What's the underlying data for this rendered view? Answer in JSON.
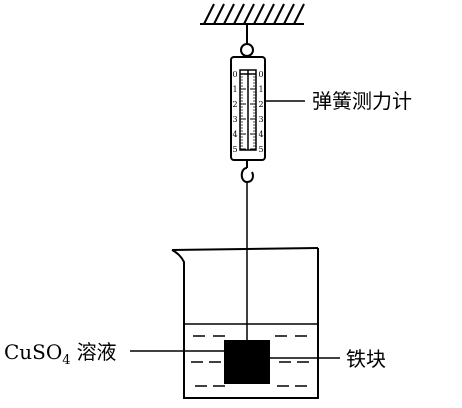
{
  "labels": {
    "spring_scale": "弹簧测力计",
    "solution_formula": "CuSO",
    "solution_subscript": "4",
    "solution_word": "溶液",
    "iron_block": "铁块"
  },
  "scale_ticks": [
    "0",
    "1",
    "2",
    "3",
    "4",
    "5"
  ],
  "colors": {
    "stroke": "#000000",
    "iron_block": "#000000",
    "background": "#ffffff"
  }
}
